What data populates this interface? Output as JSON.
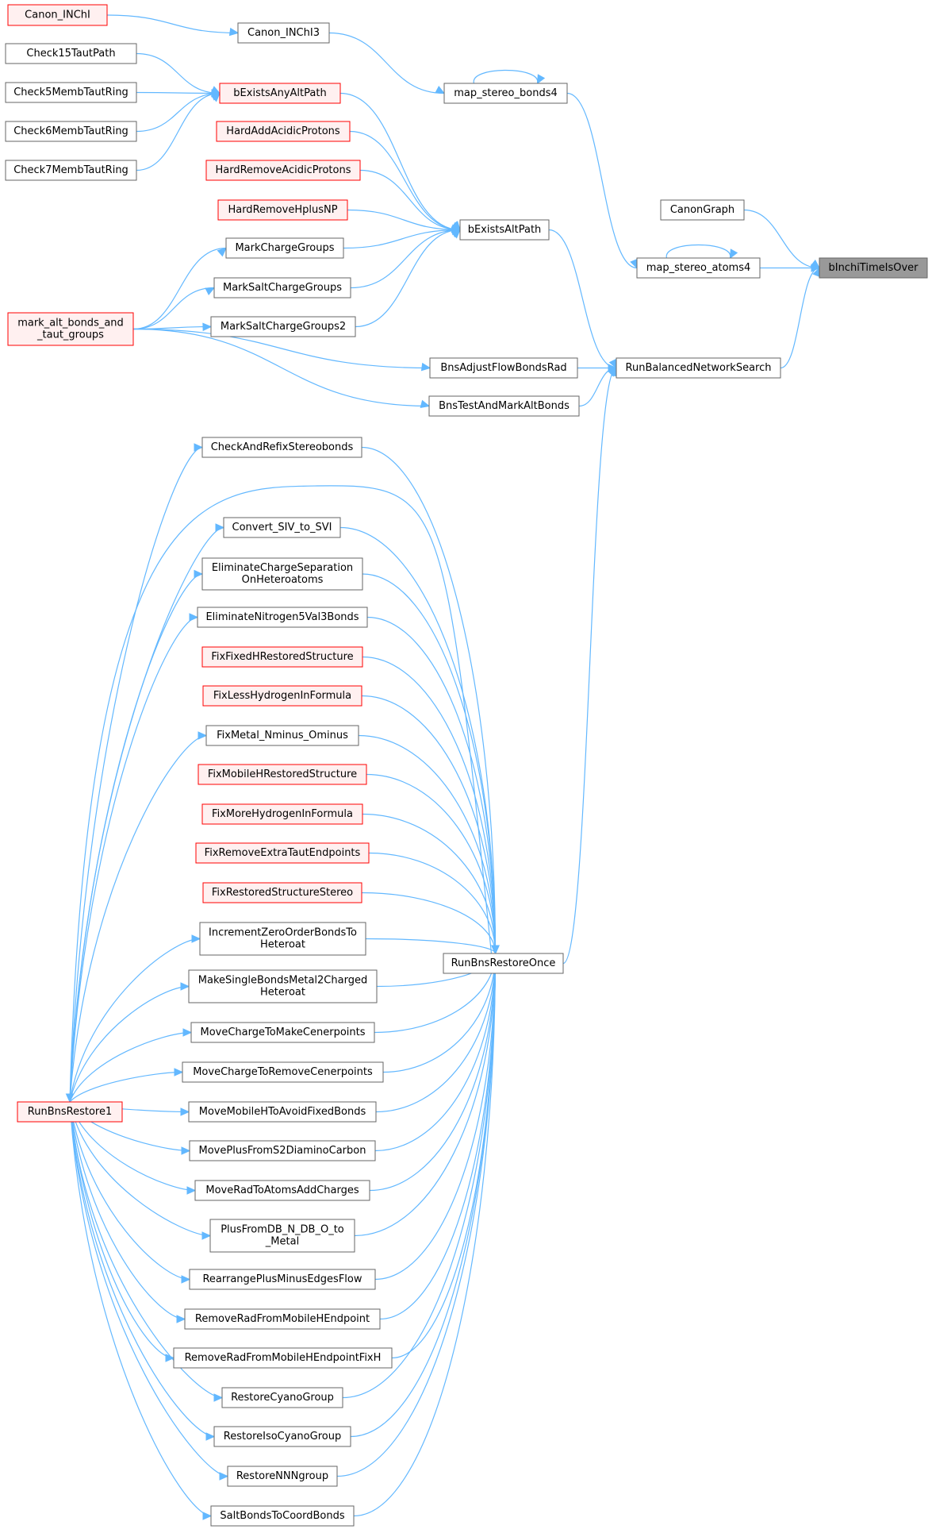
{
  "graph_title": "",
  "nodes": [
    {
      "id": "canon_inchi",
      "lines": [
        "Canon_INChI"
      ],
      "style": "red"
    },
    {
      "id": "canon_inchi3",
      "lines": [
        "Canon_INChI3"
      ],
      "style": "normal"
    },
    {
      "id": "check15",
      "lines": [
        "Check15TautPath"
      ],
      "style": "normal"
    },
    {
      "id": "check5",
      "lines": [
        "Check5MembTautRing"
      ],
      "style": "normal"
    },
    {
      "id": "check6",
      "lines": [
        "Check6MembTautRing"
      ],
      "style": "normal"
    },
    {
      "id": "check7",
      "lines": [
        "Check7MembTautRing"
      ],
      "style": "normal"
    },
    {
      "id": "bexistsany",
      "lines": [
        "bExistsAnyAltPath"
      ],
      "style": "red"
    },
    {
      "id": "map_bonds4",
      "lines": [
        "map_stereo_bonds4"
      ],
      "style": "normal"
    },
    {
      "id": "hardadd",
      "lines": [
        "HardAddAcidicProtons"
      ],
      "style": "red"
    },
    {
      "id": "hardremove",
      "lines": [
        "HardRemoveAcidicProtons"
      ],
      "style": "red"
    },
    {
      "id": "hardremovenp",
      "lines": [
        "HardRemoveHplusNP"
      ],
      "style": "red"
    },
    {
      "id": "canongraph",
      "lines": [
        "CanonGraph"
      ],
      "style": "normal"
    },
    {
      "id": "bexistsalt",
      "lines": [
        "bExistsAltPath"
      ],
      "style": "normal"
    },
    {
      "id": "markcharge",
      "lines": [
        "MarkChargeGroups"
      ],
      "style": "normal"
    },
    {
      "id": "map_atoms4",
      "lines": [
        "map_stereo_atoms4"
      ],
      "style": "normal"
    },
    {
      "id": "binchi",
      "lines": [
        "bInchiTimeIsOver"
      ],
      "style": "focus"
    },
    {
      "id": "marksalt",
      "lines": [
        "MarkSaltChargeGroups"
      ],
      "style": "normal"
    },
    {
      "id": "mark_alt",
      "lines": [
        "mark_alt_bonds_and",
        "_taut_groups"
      ],
      "style": "red"
    },
    {
      "id": "marksalt2",
      "lines": [
        "MarkSaltChargeGroups2"
      ],
      "style": "normal"
    },
    {
      "id": "bnsadjust",
      "lines": [
        "BnsAdjustFlowBondsRad"
      ],
      "style": "normal"
    },
    {
      "id": "runbalanced",
      "lines": [
        "RunBalancedNetworkSearch"
      ],
      "style": "normal"
    },
    {
      "id": "bnstest",
      "lines": [
        "BnsTestAndMarkAltBonds"
      ],
      "style": "normal"
    },
    {
      "id": "checkandrefix",
      "lines": [
        "CheckAndRefixStereobonds"
      ],
      "style": "normal"
    },
    {
      "id": "convertsiv",
      "lines": [
        "Convert_SIV_to_SVI"
      ],
      "style": "normal"
    },
    {
      "id": "eliminatecharge",
      "lines": [
        "EliminateChargeSeparation",
        "OnHeteroatoms"
      ],
      "style": "normal"
    },
    {
      "id": "eliminaten5",
      "lines": [
        "EliminateNitrogen5Val3Bonds"
      ],
      "style": "normal"
    },
    {
      "id": "fixfixed",
      "lines": [
        "FixFixedHRestoredStructure"
      ],
      "style": "red"
    },
    {
      "id": "fixless",
      "lines": [
        "FixLessHydrogenInFormula"
      ],
      "style": "red"
    },
    {
      "id": "fixmetal",
      "lines": [
        "FixMetal_Nminus_Ominus"
      ],
      "style": "normal"
    },
    {
      "id": "fixmobile",
      "lines": [
        "FixMobileHRestoredStructure"
      ],
      "style": "red"
    },
    {
      "id": "fixmore",
      "lines": [
        "FixMoreHydrogenInFormula"
      ],
      "style": "red"
    },
    {
      "id": "fixremove",
      "lines": [
        "FixRemoveExtraTautEndpoints"
      ],
      "style": "red"
    },
    {
      "id": "fixrestored",
      "lines": [
        "FixRestoredStructureStereo"
      ],
      "style": "red"
    },
    {
      "id": "increment",
      "lines": [
        "IncrementZeroOrderBondsTo",
        "Heteroat"
      ],
      "style": "normal"
    },
    {
      "id": "runbnsonce",
      "lines": [
        "RunBnsRestoreOnce"
      ],
      "style": "normal"
    },
    {
      "id": "makesingle",
      "lines": [
        "MakeSingleBondsMetal2Charged",
        "Heteroat"
      ],
      "style": "normal"
    },
    {
      "id": "movemake",
      "lines": [
        "MoveChargeToMakeCenerpoints"
      ],
      "style": "normal"
    },
    {
      "id": "moveremove",
      "lines": [
        "MoveChargeToRemoveCenerpoints"
      ],
      "style": "normal"
    },
    {
      "id": "runbns1",
      "lines": [
        "RunBnsRestore1"
      ],
      "style": "red"
    },
    {
      "id": "movemobile",
      "lines": [
        "MoveMobileHToAvoidFixedBonds"
      ],
      "style": "normal"
    },
    {
      "id": "moveplus",
      "lines": [
        "MovePlusFromS2DiaminoCarbon"
      ],
      "style": "normal"
    },
    {
      "id": "moverad",
      "lines": [
        "MoveRadToAtomsAddCharges"
      ],
      "style": "normal"
    },
    {
      "id": "plusfrom",
      "lines": [
        "PlusFromDB_N_DB_O_to",
        "_Metal"
      ],
      "style": "normal"
    },
    {
      "id": "rearrange",
      "lines": [
        "RearrangePlusMinusEdgesFlow"
      ],
      "style": "normal"
    },
    {
      "id": "removerad",
      "lines": [
        "RemoveRadFromMobileHEndpoint"
      ],
      "style": "normal"
    },
    {
      "id": "removeradfix",
      "lines": [
        "RemoveRadFromMobileHEndpointFixH"
      ],
      "style": "normal"
    },
    {
      "id": "restorecyano",
      "lines": [
        "RestoreCyanoGroup"
      ],
      "style": "normal"
    },
    {
      "id": "restoreiso",
      "lines": [
        "RestoreIsoCyanoGroup"
      ],
      "style": "normal"
    },
    {
      "id": "restorennn",
      "lines": [
        "RestoreNNNgroup"
      ],
      "style": "normal"
    },
    {
      "id": "saltbonds",
      "lines": [
        "SaltBondsToCoordBonds"
      ],
      "style": "normal"
    }
  ],
  "edges": [
    {
      "from": "canon_inchi3",
      "to": "canon_inchi"
    },
    {
      "from": "map_bonds4",
      "to": "canon_inchi3"
    },
    {
      "from": "map_bonds4",
      "to": "map_bonds4"
    },
    {
      "from": "bexistsany",
      "to": "check15"
    },
    {
      "from": "bexistsany",
      "to": "check5"
    },
    {
      "from": "bexistsany",
      "to": "check6"
    },
    {
      "from": "bexistsany",
      "to": "check7"
    },
    {
      "from": "bexistsalt",
      "to": "bexistsany"
    },
    {
      "from": "bexistsalt",
      "to": "hardadd"
    },
    {
      "from": "bexistsalt",
      "to": "hardremove"
    },
    {
      "from": "bexistsalt",
      "to": "hardremovenp"
    },
    {
      "from": "bexistsalt",
      "to": "markcharge"
    },
    {
      "from": "bexistsalt",
      "to": "marksalt"
    },
    {
      "from": "bexistsalt",
      "to": "marksalt2"
    },
    {
      "from": "binchi",
      "to": "canongraph"
    },
    {
      "from": "binchi",
      "to": "map_atoms4"
    },
    {
      "from": "binchi",
      "to": "runbalanced"
    },
    {
      "from": "map_atoms4",
      "to": "map_bonds4"
    },
    {
      "from": "map_atoms4",
      "to": "map_atoms4"
    },
    {
      "from": "runbalanced",
      "to": "bexistsalt"
    },
    {
      "from": "runbalanced",
      "to": "bnsadjust"
    },
    {
      "from": "runbalanced",
      "to": "bnstest"
    },
    {
      "from": "runbalanced",
      "to": "runbnsonce"
    },
    {
      "from": "markcharge",
      "to": "mark_alt"
    },
    {
      "from": "marksalt",
      "to": "mark_alt"
    },
    {
      "from": "marksalt2",
      "to": "mark_alt"
    },
    {
      "from": "bnsadjust",
      "to": "mark_alt"
    },
    {
      "from": "bnstest",
      "to": "mark_alt"
    },
    {
      "from": "runbnsonce",
      "to": "checkandrefix"
    },
    {
      "from": "runbnsonce",
      "to": "runbns1",
      "via": "loop"
    },
    {
      "from": "runbnsonce",
      "to": "convertsiv"
    },
    {
      "from": "runbnsonce",
      "to": "eliminatecharge"
    },
    {
      "from": "runbnsonce",
      "to": "eliminaten5"
    },
    {
      "from": "runbnsonce",
      "to": "fixfixed"
    },
    {
      "from": "runbnsonce",
      "to": "fixless"
    },
    {
      "from": "runbnsonce",
      "to": "fixmetal"
    },
    {
      "from": "runbnsonce",
      "to": "fixmobile"
    },
    {
      "from": "runbnsonce",
      "to": "fixmore"
    },
    {
      "from": "runbnsonce",
      "to": "fixremove"
    },
    {
      "from": "runbnsonce",
      "to": "fixrestored"
    },
    {
      "from": "runbnsonce",
      "to": "increment"
    },
    {
      "from": "runbnsonce",
      "to": "makesingle"
    },
    {
      "from": "runbnsonce",
      "to": "movemake"
    },
    {
      "from": "runbnsonce",
      "to": "moveremove"
    },
    {
      "from": "runbnsonce",
      "to": "movemobile"
    },
    {
      "from": "runbnsonce",
      "to": "moveplus"
    },
    {
      "from": "runbnsonce",
      "to": "moverad"
    },
    {
      "from": "runbnsonce",
      "to": "plusfrom"
    },
    {
      "from": "runbnsonce",
      "to": "rearrange"
    },
    {
      "from": "runbnsonce",
      "to": "removerad"
    },
    {
      "from": "runbnsonce",
      "to": "removeradfix"
    },
    {
      "from": "runbnsonce",
      "to": "restorecyano"
    },
    {
      "from": "runbnsonce",
      "to": "restoreiso"
    },
    {
      "from": "runbnsonce",
      "to": "restorennn"
    },
    {
      "from": "runbnsonce",
      "to": "saltbonds"
    },
    {
      "from": "checkandrefix",
      "to": "runbns1"
    },
    {
      "from": "convertsiv",
      "to": "runbns1"
    },
    {
      "from": "eliminatecharge",
      "to": "runbns1"
    },
    {
      "from": "eliminaten5",
      "to": "runbns1"
    },
    {
      "from": "fixmetal",
      "to": "runbns1"
    },
    {
      "from": "increment",
      "to": "runbns1"
    },
    {
      "from": "makesingle",
      "to": "runbns1"
    },
    {
      "from": "movemake",
      "to": "runbns1"
    },
    {
      "from": "moveremove",
      "to": "runbns1"
    },
    {
      "from": "movemobile",
      "to": "runbns1"
    },
    {
      "from": "moveplus",
      "to": "runbns1"
    },
    {
      "from": "moverad",
      "to": "runbns1"
    },
    {
      "from": "plusfrom",
      "to": "runbns1"
    },
    {
      "from": "rearrange",
      "to": "runbns1"
    },
    {
      "from": "removerad",
      "to": "runbns1"
    },
    {
      "from": "removeradfix",
      "to": "runbns1"
    },
    {
      "from": "restorecyano",
      "to": "runbns1"
    },
    {
      "from": "restoreiso",
      "to": "runbns1"
    },
    {
      "from": "restorennn",
      "to": "runbns1"
    },
    {
      "from": "saltbonds",
      "to": "runbns1"
    }
  ]
}
